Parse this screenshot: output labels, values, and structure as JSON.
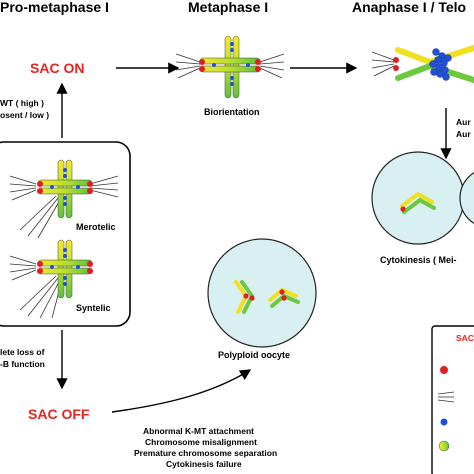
{
  "headers": {
    "prometaphase": "Pro-metaphase I",
    "metaphase": "Metaphase I",
    "anaphase": "Anaphase I / Telo"
  },
  "sac_on": "SAC ON",
  "sac_off": "SAC OFF",
  "condition_upper": [
    "WT ( high )",
    "osent / low )"
  ],
  "condition_lower": [
    "lete loss of",
    "-B function"
  ],
  "labels": {
    "merotelic": "Merotelic",
    "syntelic": "Syntelic",
    "biorientation": "Biorientation",
    "polyploid": "Polyploid oocyte",
    "cytokinesis": "Cytokinesis ( Mei-",
    "aur1": "Aur",
    "aur2": "Aur",
    "legend_title": "SAC"
  },
  "defects": [
    "Abnormal K-MT attachment",
    "Chromosome misalignment",
    "Premature chromosome separation",
    "Cytokinesis failure"
  ],
  "colors": {
    "sac_red": "#e8241e",
    "chromosome_yellow": "#f0e020",
    "chromosome_green": "#6cc83c",
    "kinetochore_red": "#e02020",
    "cohesin_blue": "#2050d8",
    "oocyte_fill": "#d8f0f2"
  }
}
